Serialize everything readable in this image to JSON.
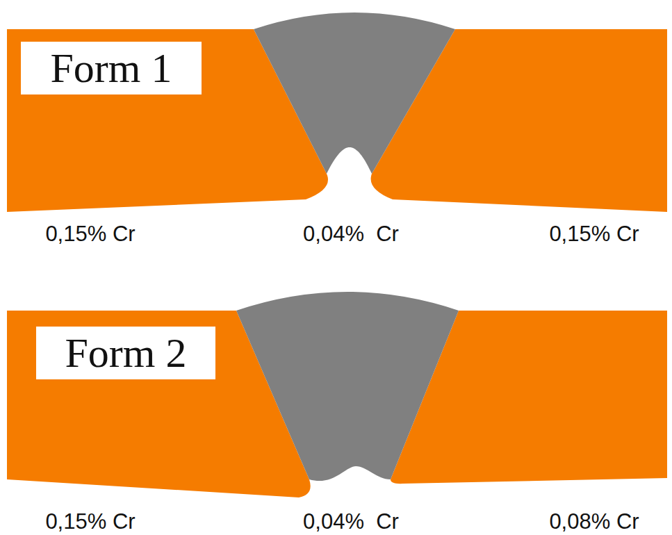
{
  "diagram": {
    "nodes": [
      {
        "text": [
          "Form 1"
        ]
      },
      {
        "text": [
          "Form 2"
        ]
      }
    ],
    "labels": [
      "0,15% Cr",
      "0,04%  Cr",
      "0,15% Cr",
      "0,15% Cr",
      "0,04%  Cr",
      "0,08% Cr"
    ]
  }
}
